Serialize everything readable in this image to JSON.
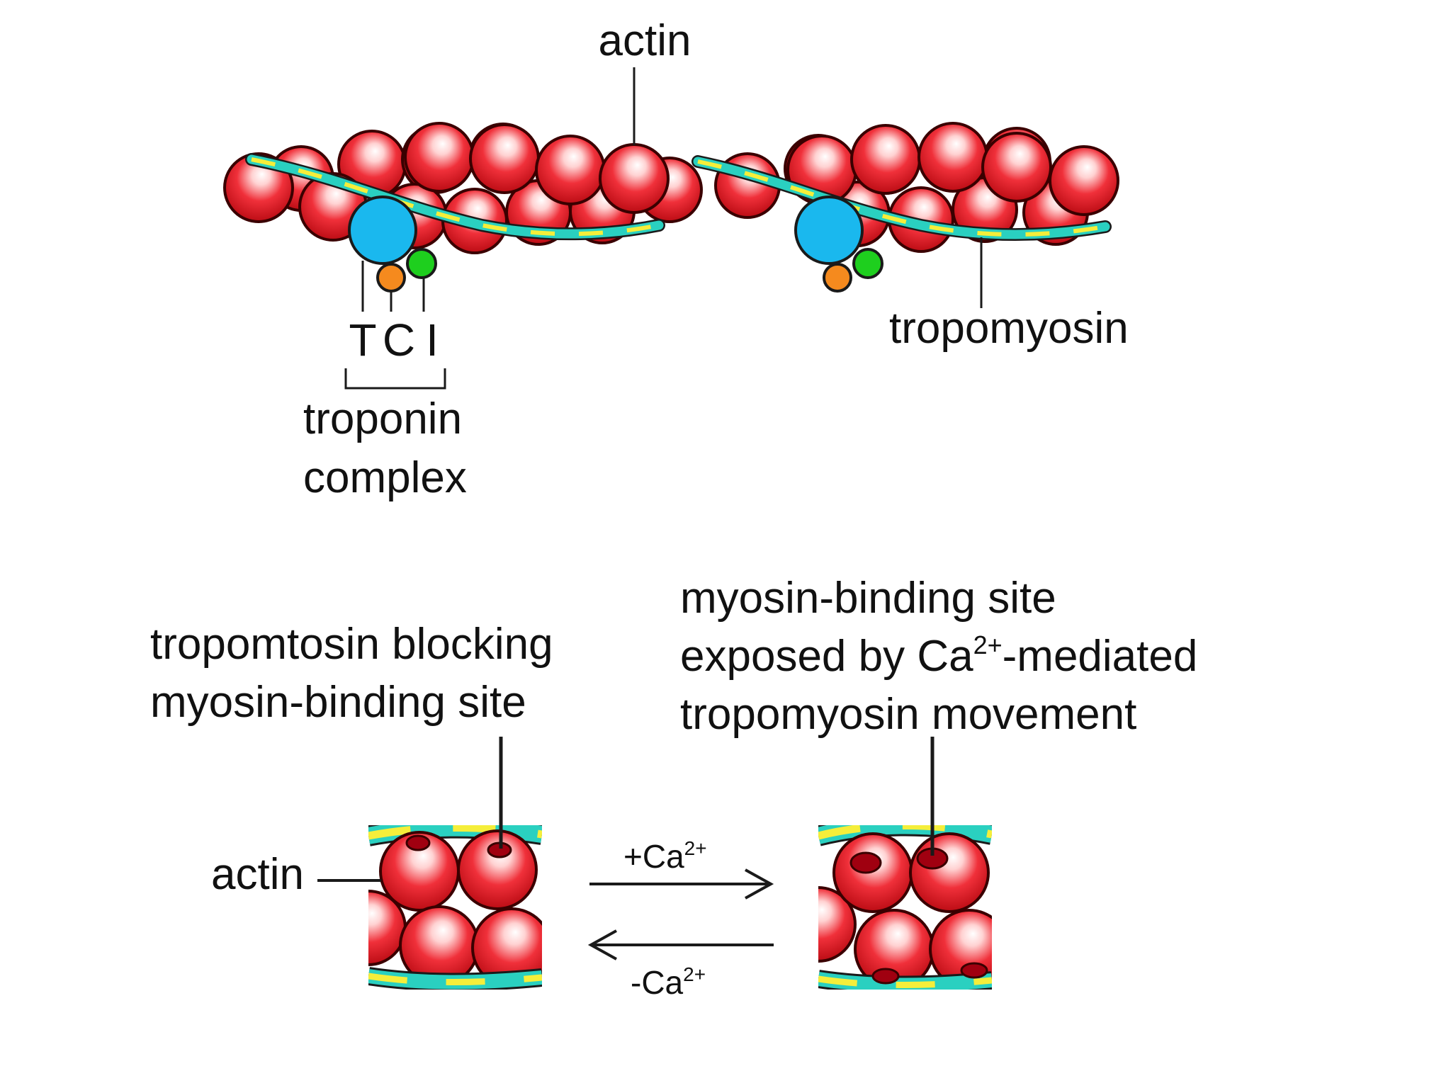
{
  "top_panel": {
    "actin_label": "actin",
    "tropomyosin_label": "tropomyosin",
    "troponin_subunits": [
      "T",
      "C",
      "I"
    ],
    "troponin_label_line1": "troponin",
    "troponin_label_line2": "complex"
  },
  "bottom_panel": {
    "left_caption_line1": "tropomtosin blocking",
    "left_caption_line2": "myosin-binding site",
    "right_caption_line1": "myosin-binding site",
    "right_caption_line2_pre": "exposed by Ca",
    "right_caption_line2_sup": "2+",
    "right_caption_line2_post": "-mediated",
    "right_caption_line3": "tropomyosin movement",
    "actin_label": "actin",
    "forward_arrow_label": "+Ca",
    "reverse_arrow_label": "-Ca",
    "arrow_label_sup": "2+"
  },
  "colors": {
    "actin": "#e8141c",
    "actin_outline": "#3a0000",
    "tropomyosin_strand_1": "#f5ee3a",
    "tropomyosin_strand_2": "#2ad0c0",
    "troponin_T": "#1ab8ee",
    "troponin_C": "#f58a1e",
    "troponin_I": "#1ecf1e",
    "binding_site": "#a00010"
  }
}
